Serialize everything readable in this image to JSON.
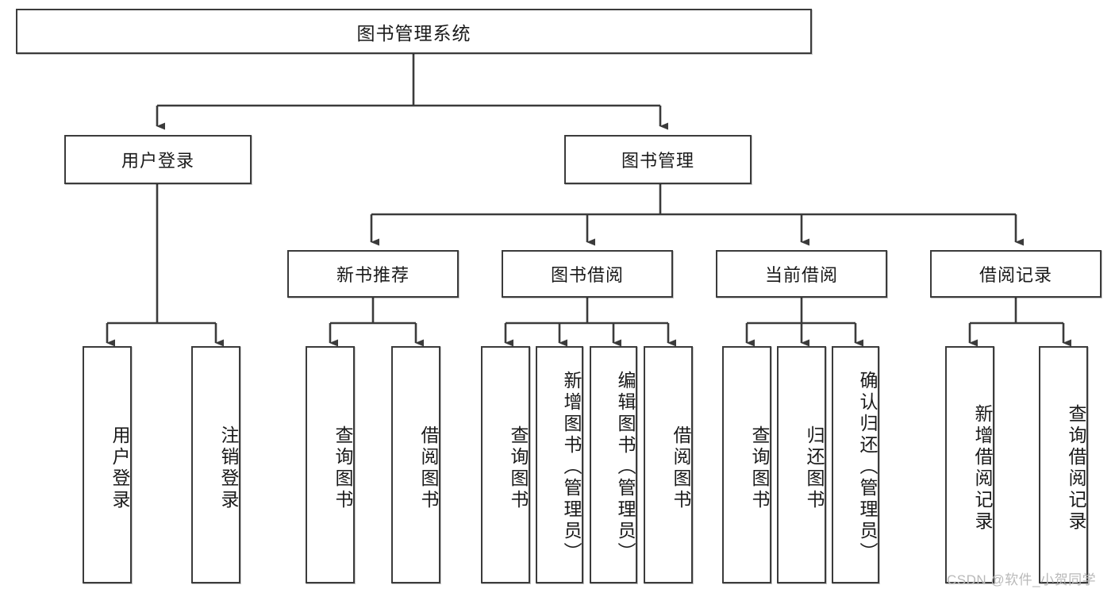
{
  "diagram": {
    "title": "图书管理系统",
    "type": "hierarchy-tree",
    "watermark": "CSDN @软件_小贺同学",
    "colors": {
      "stroke": "#3b3b3b",
      "fill": "#ffffff",
      "text": "#1a1a1a",
      "watermark": "#b9b9b9"
    },
    "nodes": {
      "root": {
        "label": "图书管理系统"
      },
      "level2": [
        {
          "label": "用户登录"
        },
        {
          "label": "图书管理"
        }
      ],
      "level3": [
        {
          "label": "新书推荐"
        },
        {
          "label": "图书借阅"
        },
        {
          "label": "当前借阅"
        },
        {
          "label": "借阅记录"
        }
      ],
      "leaves": {
        "user_login": [
          {
            "label": "用户登录"
          },
          {
            "label": "注销登录"
          }
        ],
        "new_book_recommend": [
          {
            "label": "查询图书"
          },
          {
            "label": "借阅图书"
          }
        ],
        "book_borrow": [
          {
            "label": "查询图书"
          },
          {
            "label": "新增图书（管理员）"
          },
          {
            "label": "编辑图书（管理员）"
          },
          {
            "label": "借阅图书"
          }
        ],
        "current_borrow": [
          {
            "label": "查询图书"
          },
          {
            "label": "归还图书"
          },
          {
            "label": "确认归还（管理员）"
          }
        ],
        "borrow_record": [
          {
            "label": "新增借阅记录"
          },
          {
            "label": "查询借阅记录"
          }
        ]
      }
    }
  }
}
